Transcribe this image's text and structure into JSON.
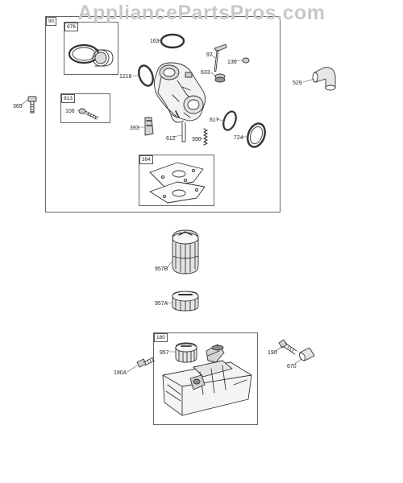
{
  "watermark": "AppliancePartsPros.com",
  "labels": {
    "p90": "90",
    "p976": "976",
    "p163": "163",
    "p97": "97",
    "p130": "130",
    "p633": "633",
    "p1218": "1218",
    "p365": "365",
    "p913": "913",
    "p106": "106",
    "p393": "393",
    "p612": "612",
    "p390": "390",
    "p617": "617",
    "p724": "724",
    "p394": "394",
    "p529": "529",
    "p957B": "957B",
    "p957A": "957A",
    "p180": "180",
    "p957": "957",
    "p190A": "190A",
    "p190": "190",
    "p670": "670"
  },
  "colors": {
    "line": "#333333",
    "shade": "#cfcfcf",
    "dark": "#8a8a8a"
  }
}
